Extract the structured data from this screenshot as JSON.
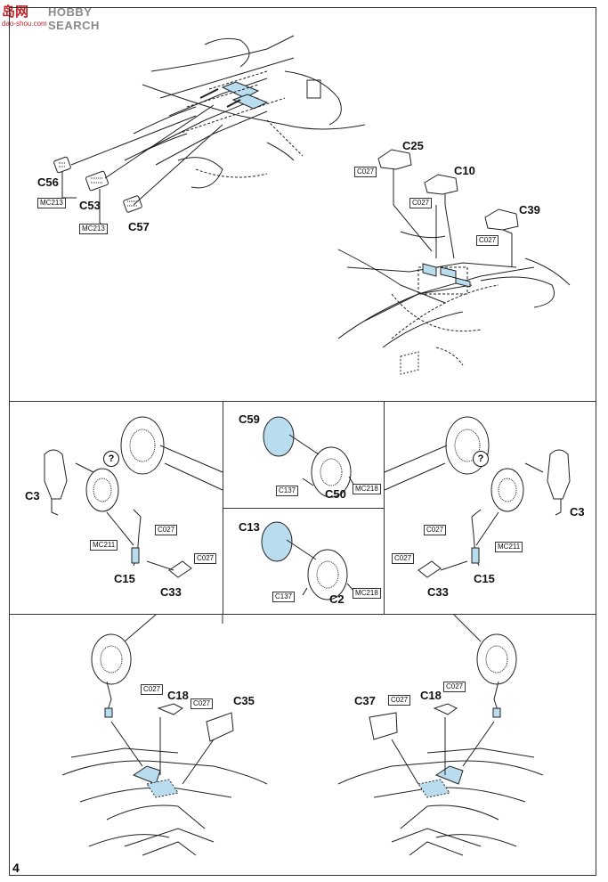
{
  "watermark": {
    "logo": "岛网",
    "brand": "HOBBY SEARCH",
    "url": "dao-shou.com"
  },
  "page_number": "4",
  "question_mark": "?",
  "top_left": {
    "parts": [
      "C56",
      "C53",
      "C57"
    ],
    "codes": [
      "MC213",
      "MC213"
    ]
  },
  "top_right": {
    "parts": [
      "C25",
      "C10",
      "C39"
    ],
    "codes": [
      "C027",
      "C027",
      "C027"
    ]
  },
  "mid_left": {
    "parts": [
      "C3",
      "C15",
      "C33"
    ],
    "codes": [
      "C027",
      "MC211",
      "C027"
    ]
  },
  "mid_center_top": {
    "parts": [
      "C59",
      "C50"
    ],
    "codes": [
      "C137",
      "MC218"
    ]
  },
  "mid_center_bottom": {
    "parts": [
      "C13",
      "C2"
    ],
    "codes": [
      "C137",
      "MC218"
    ]
  },
  "mid_right": {
    "parts": [
      "C3",
      "C15",
      "C33"
    ],
    "codes": [
      "C027",
      "MC211",
      "C027"
    ]
  },
  "bottom_left": {
    "parts": [
      "C18",
      "C35"
    ],
    "codes": [
      "C027",
      "C027"
    ]
  },
  "bottom_right": {
    "parts": [
      "C37",
      "C18"
    ],
    "codes": [
      "C027",
      "C027"
    ]
  },
  "colors": {
    "paint_blue": "#b9dcef",
    "line": "#222222",
    "watermark_red": "#c0242b"
  }
}
